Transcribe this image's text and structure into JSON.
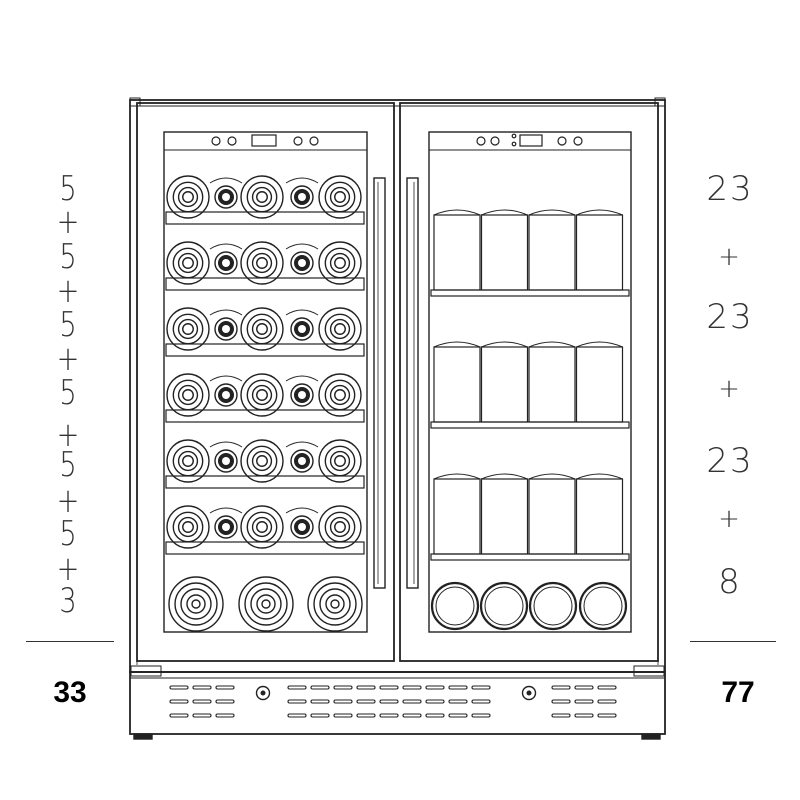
{
  "left_compartment": {
    "row_counts": [
      "5",
      "+",
      "5",
      "+",
      "5",
      "+",
      "5",
      "+",
      "5",
      "+",
      "5",
      "+",
      "3"
    ],
    "total": "33",
    "wine_racks": 6,
    "bottles_per_rack": 5,
    "bottom_bottles": 3
  },
  "right_compartment": {
    "row_counts": [
      "23",
      "+",
      "23",
      "+",
      "23",
      "+",
      "8"
    ],
    "total": "77",
    "can_shelves": 3,
    "bottom_bottles": 4
  },
  "colors": {
    "line": "#222222",
    "light_line": "#888888",
    "background": "#ffffff"
  }
}
